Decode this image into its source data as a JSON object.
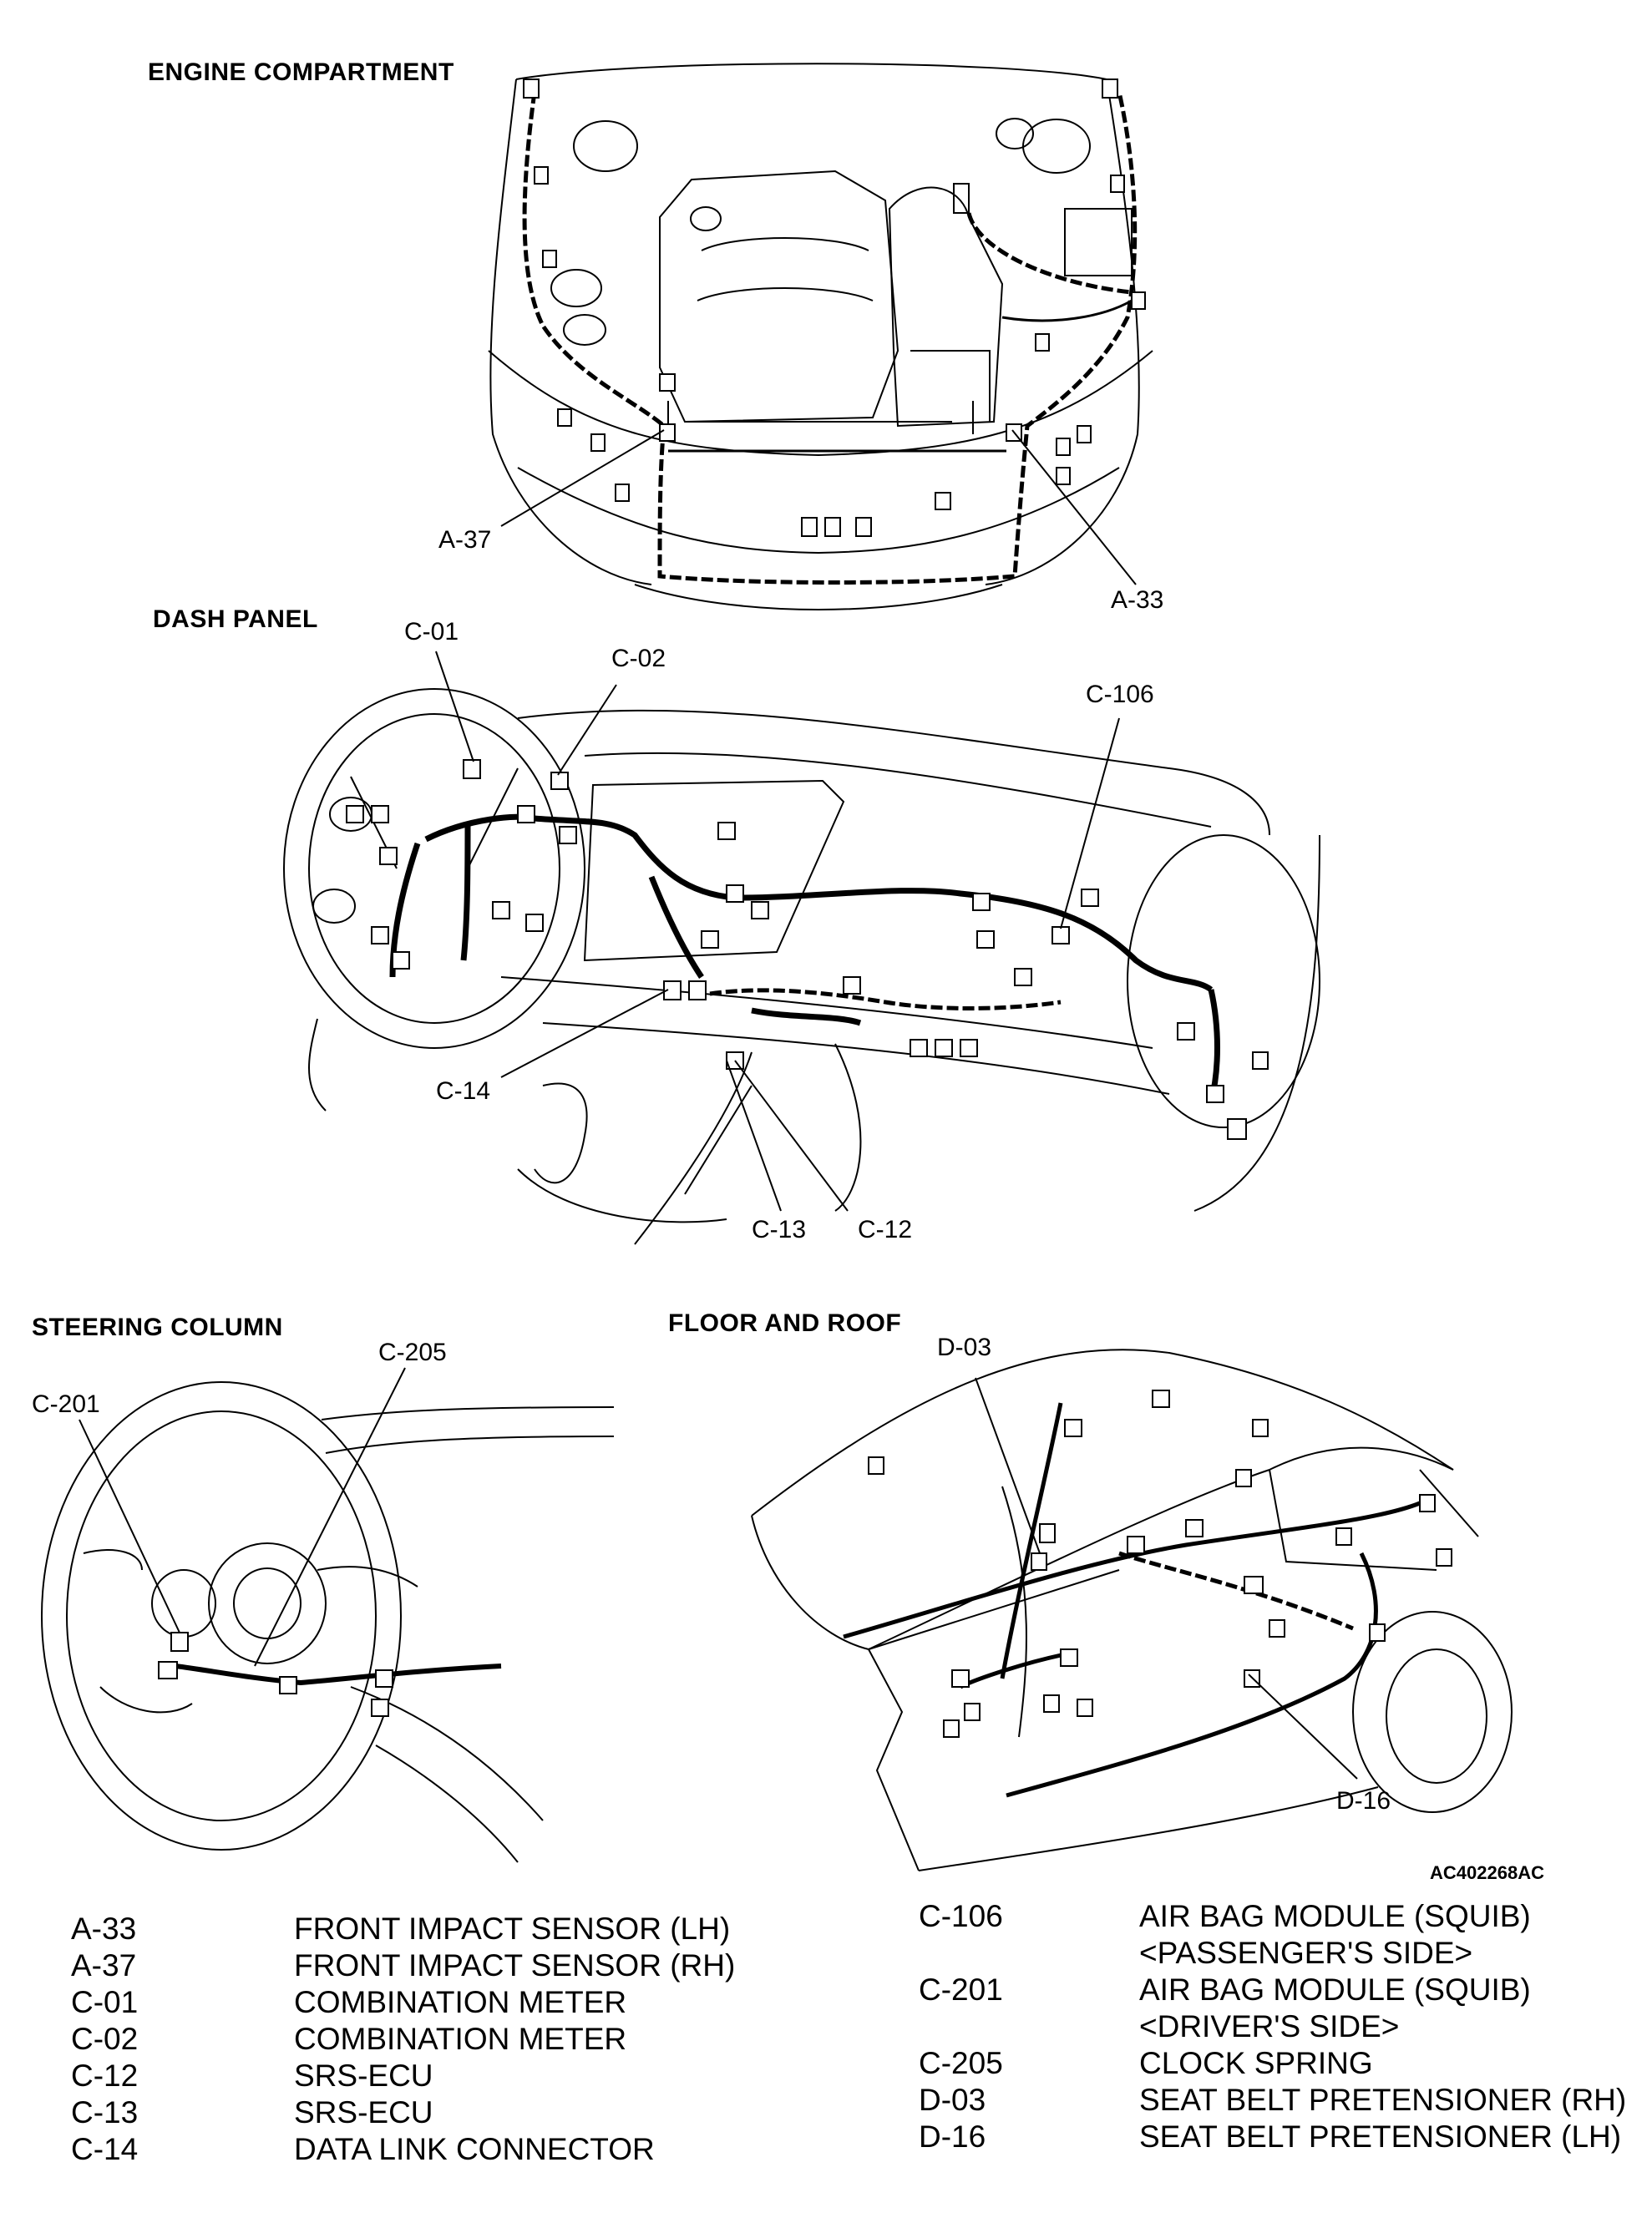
{
  "sections": {
    "engine": "ENGINE COMPARTMENT",
    "dash": "DASH PANEL",
    "steering": "STEERING COLUMN",
    "floor": "FLOOR AND ROOF"
  },
  "callouts": {
    "a37": "A-37",
    "a33": "A-33",
    "c01": "C-01",
    "c02": "C-02",
    "c106": "C-106",
    "c14": "C-14",
    "c13": "C-13",
    "c12": "C-12",
    "c201": "C-201",
    "c205": "C-205",
    "d03": "D-03",
    "d16": "D-16"
  },
  "figure_ref": "AC402268AC",
  "legend_left": [
    {
      "code": "A-33",
      "desc": "FRONT IMPACT SENSOR (LH)"
    },
    {
      "code": "A-37",
      "desc": "FRONT IMPACT SENSOR (RH)"
    },
    {
      "code": "C-01",
      "desc": "COMBINATION METER"
    },
    {
      "code": "C-02",
      "desc": "COMBINATION METER"
    },
    {
      "code": "C-12",
      "desc": "SRS-ECU"
    },
    {
      "code": "C-13",
      "desc": "SRS-ECU"
    },
    {
      "code": "C-14",
      "desc": "DATA LINK CONNECTOR"
    }
  ],
  "legend_right": [
    {
      "code": "C-106",
      "desc": "AIR BAG MODULE (SQUIB)",
      "sub": "<PASSENGER'S SIDE>"
    },
    {
      "code": "C-201",
      "desc": "AIR BAG MODULE (SQUIB)",
      "sub": "<DRIVER'S SIDE>"
    },
    {
      "code": "C-205",
      "desc": "CLOCK SPRING",
      "sub": ""
    },
    {
      "code": "D-03",
      "desc": "SEAT BELT PRETENSIONER (RH)",
      "sub": ""
    },
    {
      "code": "D-16",
      "desc": "SEAT BELT PRETENSIONER (LH)",
      "sub": ""
    }
  ]
}
